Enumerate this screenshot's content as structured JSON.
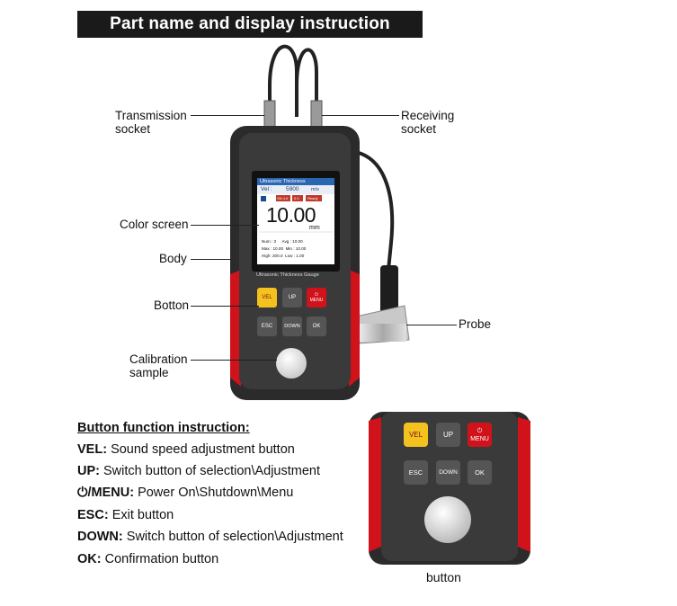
{
  "header": {
    "title": "Part name and display instruction"
  },
  "labels": {
    "transmission": [
      "Transmission",
      "socket"
    ],
    "receiving": [
      "Receiving",
      "socket"
    ],
    "color_screen": "Color screen",
    "body": "Body",
    "button": "Botton",
    "calibration": [
      "Calibration",
      "sample"
    ],
    "probe": "Probe"
  },
  "screen": {
    "title": "Ultrasonic Thickness",
    "vel_label": "Vel :",
    "vel_value": "5900",
    "vel_unit": "m/s",
    "chips": [
      "SN 4.0",
      "0.0",
      "Ready"
    ],
    "reading": "10.00",
    "unit": "mm",
    "stats": [
      [
        "Num : 3",
        "Avg : 10.00"
      ],
      [
        "Max : 10.00",
        "Min : 10.00"
      ],
      [
        "High: 200.0",
        "Low : 1.00"
      ]
    ]
  },
  "device": {
    "model_label": "Ultrasonic Thickness Gauge",
    "keys": {
      "vel": "VEL",
      "up": "UP",
      "power_symbol": "⏻",
      "menu": "MENU",
      "esc": "ESC",
      "down": "DOWN",
      "ok": "OK"
    }
  },
  "instructions": {
    "title": "Button function instruction:",
    "items": [
      {
        "key": "VEL:",
        "desc": "Sound speed adjustment button"
      },
      {
        "key": "UP:",
        "desc": "Switch button of selection\\Adjustment"
      },
      {
        "key": "⏻/MENU:",
        "desc": "Power On\\Shutdown\\Menu"
      },
      {
        "key": "ESC:",
        "desc": "Exit button"
      },
      {
        "key": "DOWN:",
        "desc": "Switch button of selection\\Adjustment"
      },
      {
        "key": "OK:",
        "desc": "Confirmation button"
      }
    ]
  },
  "closeup_caption": "button",
  "colors": {
    "body": "#2b2b2b",
    "accent_red": "#d0121b",
    "vel_key": "#f4c21e",
    "menu_key": "#d0121b",
    "screen_header": "#2a67b3"
  }
}
